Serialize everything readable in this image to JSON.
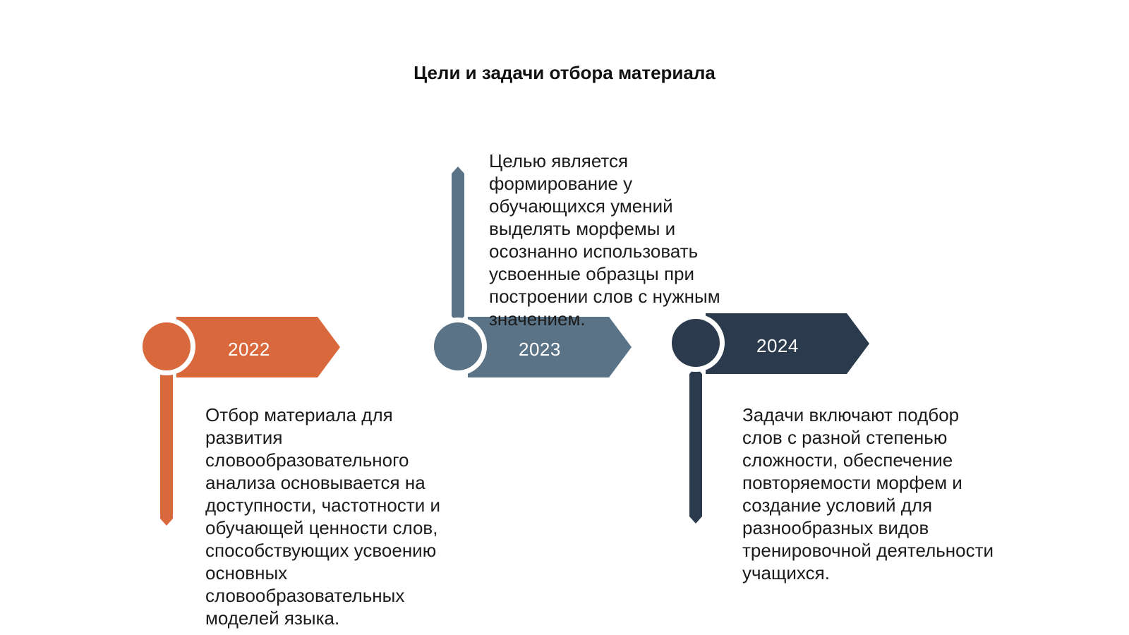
{
  "title": "Цели и задачи отбора материала",
  "colors": {
    "orange": "#d9683d",
    "slate": "#5a7387",
    "navy": "#2b3a4c"
  },
  "milestones": [
    {
      "year": "2022",
      "text": "Отбор материала для развития словообразовательного анализа основывается на доступности, частотности и обучающей ценности слов, способствующих усвоению основных словообразовательных моделей языка."
    },
    {
      "year": "2023",
      "text": "Целью является формирование у обучающихся умений выделять морфемы и осознанно использовать усвоенные образцы при построении слов с нужным значением."
    },
    {
      "year": "2024",
      "text": "Задачи включают подбор слов с разной степенью сложности, обеспечение повторяемости морфем и создание условий для разнообразных видов тренировочной деятельности учащихся."
    }
  ]
}
